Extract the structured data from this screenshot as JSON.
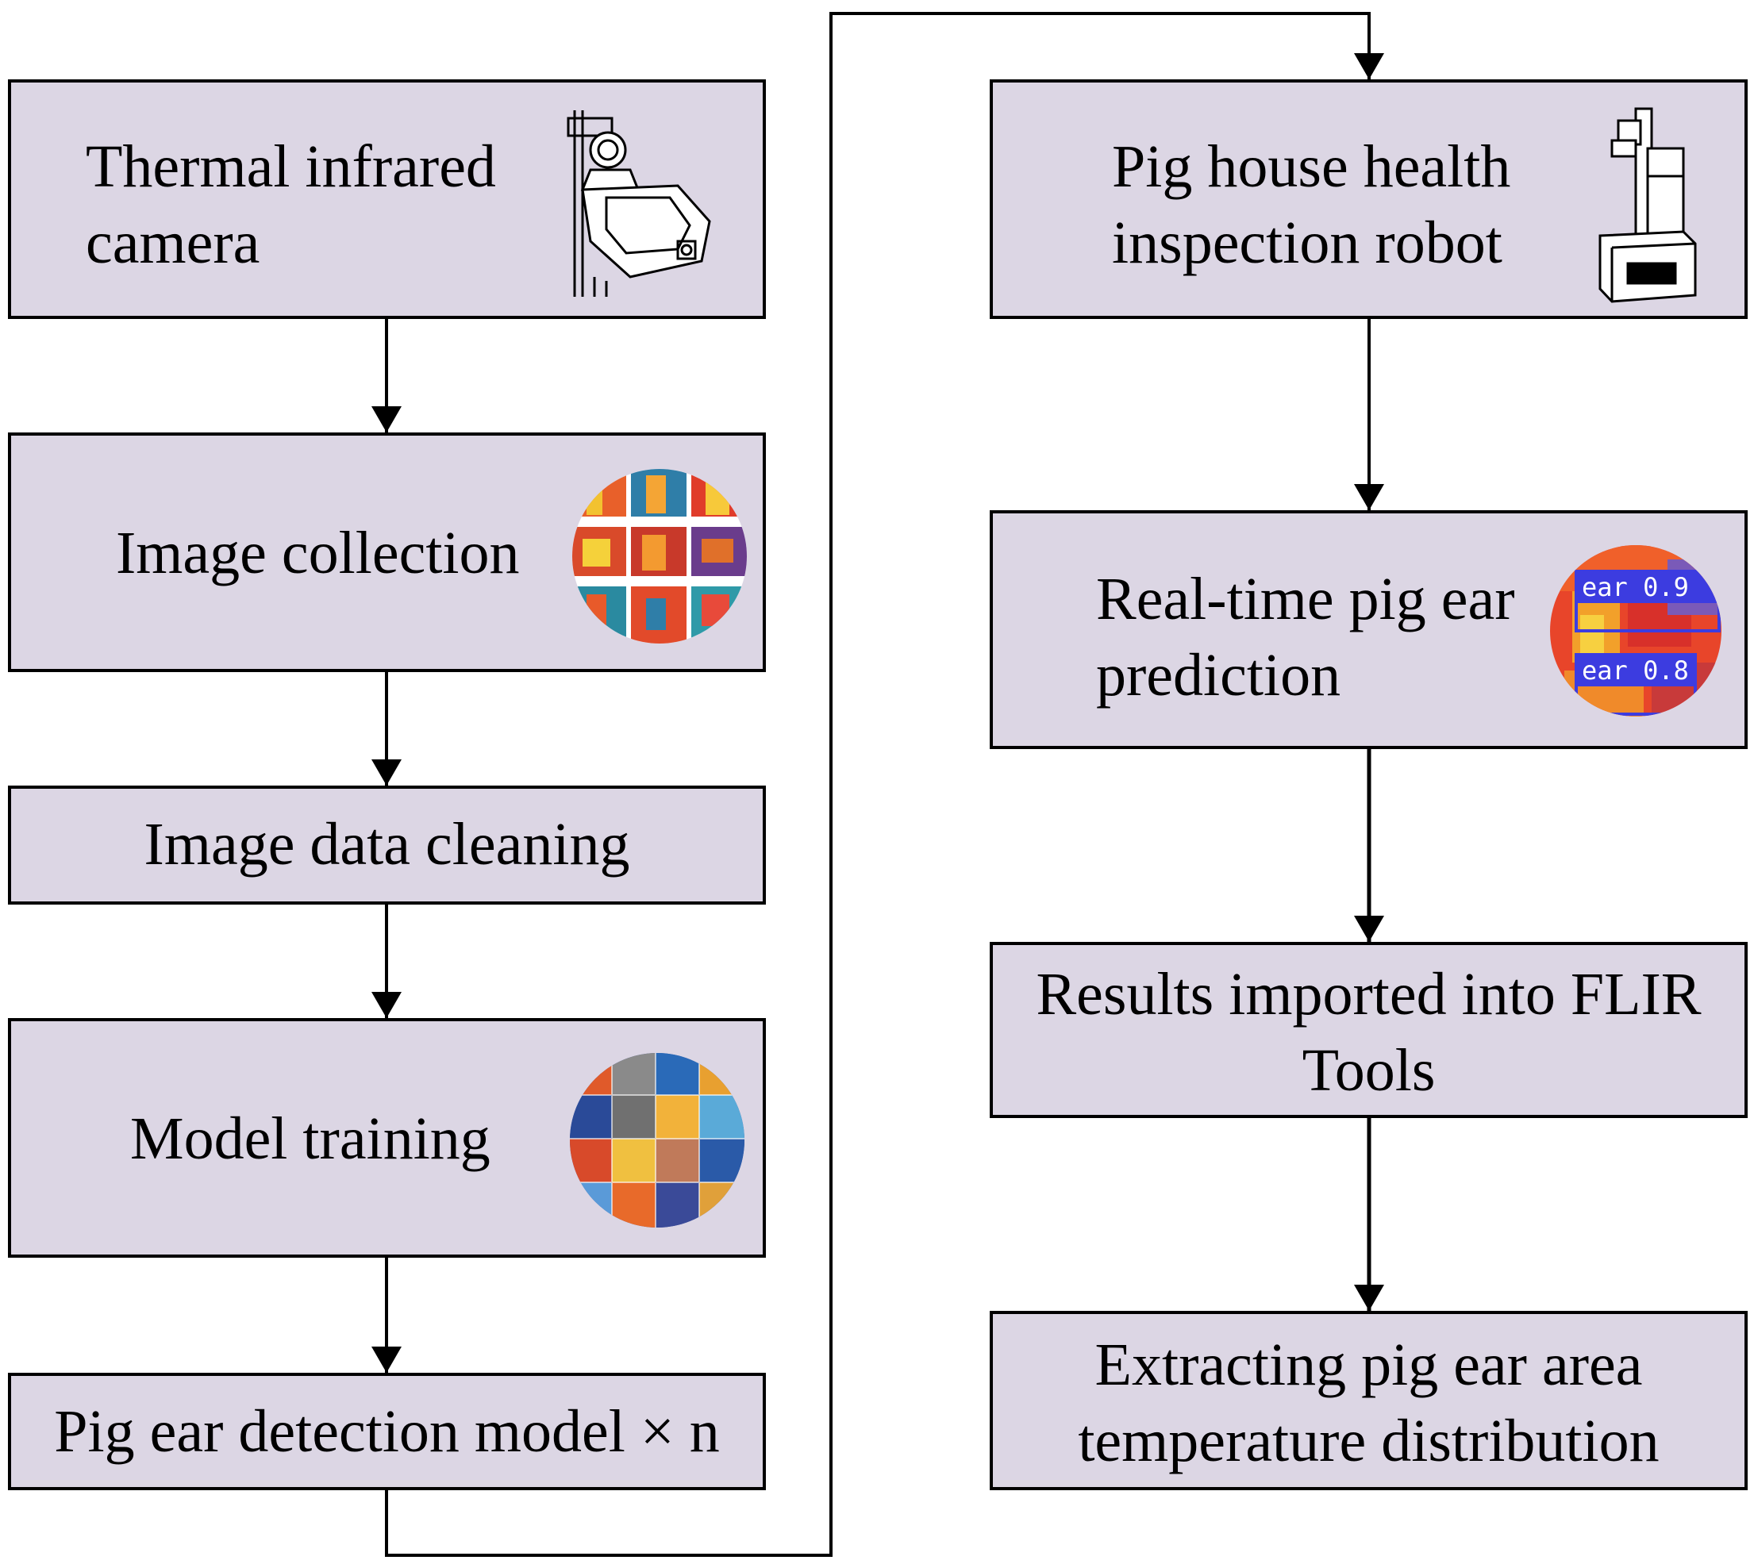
{
  "left_column": {
    "thermal_camera": "Thermal infrared\ncamera",
    "image_collection": "Image collection",
    "image_data_cleaning": "Image data cleaning",
    "model_training": "Model training",
    "detection_model": "Pig ear detection model × n"
  },
  "right_column": {
    "inspection_robot": "Pig house health\ninspection robot",
    "realtime_prediction": "Real-time pig ear\nprediction",
    "flir_import": "Results imported into FLIR\nTools",
    "temperature_extraction": "Extracting pig ear area\ntemperature distribution"
  },
  "prediction_thumbnail": {
    "label_top": "ear 0.9",
    "label_bottom": "ear 0.8"
  },
  "colors": {
    "box_fill": "#dcd6e4",
    "line": "#000000"
  },
  "icons": {
    "camera": "thermal-camera-illustration",
    "robot": "inspection-robot-illustration",
    "collection": "thermal-image-grid-thumbnail",
    "training": "training-mosaic-thumbnail",
    "prediction": "detection-result-thumbnail"
  }
}
